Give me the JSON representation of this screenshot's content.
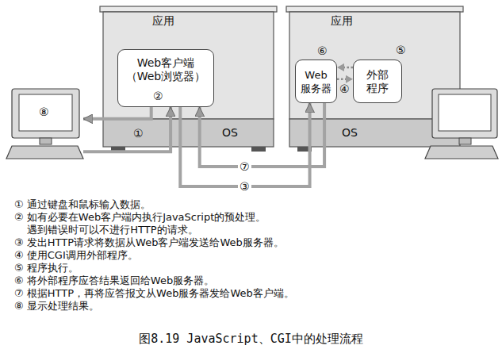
{
  "diagram": {
    "caption": "图8.19  JavaScript、CGI中的处理流程",
    "nodes": [
      {
        "text": [
          "⑧"
        ]
      },
      {
        "text": [
          "应用",
          "OS"
        ]
      },
      {
        "text": [
          "Web客户端 （Web浏览器）"
        ],
        "in": 1
      },
      {
        "text": [
          "应用",
          "OS"
        ]
      },
      {
        "text": [
          "Web 服务器"
        ],
        "in": 3
      },
      {
        "text": [
          "外部 程序"
        ],
        "in": 3
      }
    ],
    "edges": [
      {
        "from": 0,
        "to": 2,
        "arrow": "to",
        "label": "①"
      },
      {
        "from": 2,
        "to": 0,
        "arrow": "to"
      },
      {
        "from": 2,
        "to": 4,
        "arrow": "to",
        "label": "③"
      },
      {
        "from": 4,
        "to": 2,
        "arrow": "to",
        "label": "⑦"
      },
      {
        "from": 4,
        "to": 5,
        "arrow": "to",
        "label": "④"
      },
      {
        "from": 5,
        "to": 4,
        "arrow": "to"
      }
    ],
    "labels": [
      "②",
      "⑤",
      "⑥",
      "① 通过键盘和鼠标输入数据。",
      "② 如有必要在Web客户端内执行JavaScript的预处理。 遇到错误时可以不进行HTTP的请求。",
      "③ 发出HTTP请求将数据从Web客户端发送给Web服务器。",
      "④ 使用CGI调用外部程序。",
      "⑤ 程序执行。",
      "⑥ 将外部程序应答结果返回给Web服务器。",
      "⑦ 根据HTTP，再将应答报文从Web服务器发给Web客户端。",
      "⑧ 显示处理结果。"
    ]
  }
}
